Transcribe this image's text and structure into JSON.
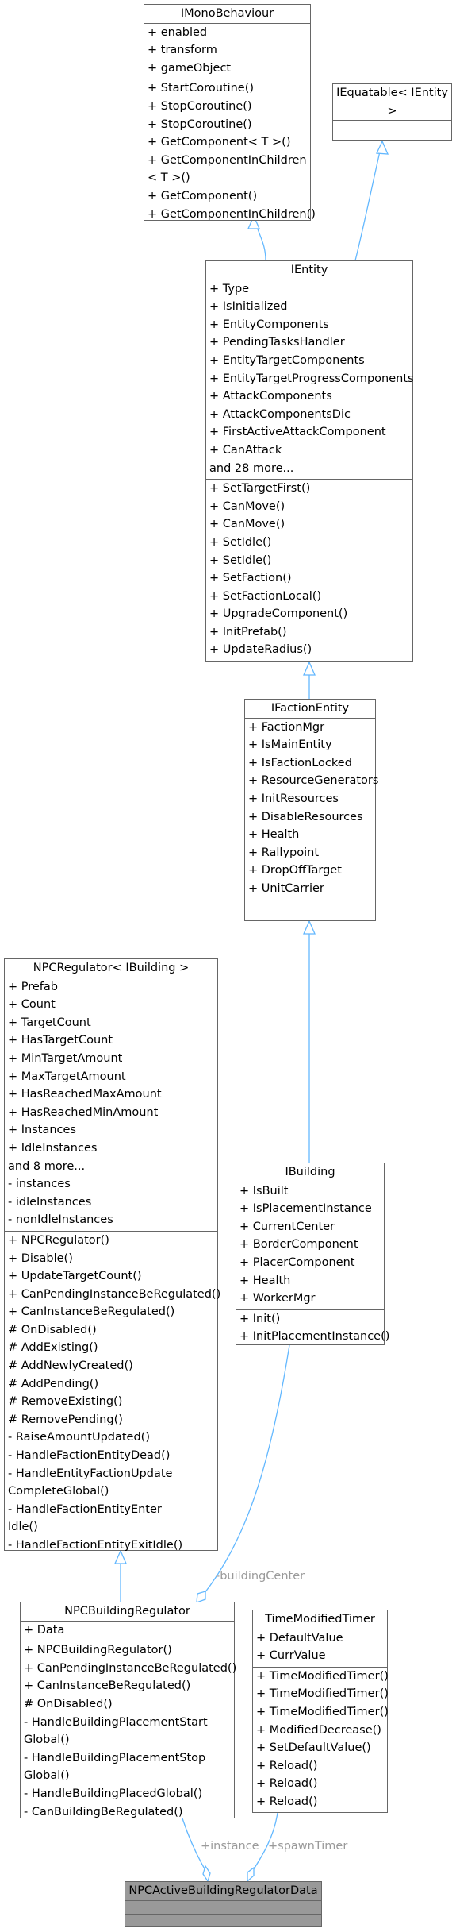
{
  "classes": {
    "imono": {
      "name": "IMonoBehaviour",
      "attributes": [
        "+ enabled",
        "+ transform",
        "+ gameObject"
      ],
      "operations": [
        "+ StartCoroutine()",
        "+ StopCoroutine()",
        "+ StopCoroutine()",
        "+ GetComponent< T >()",
        "+ GetComponentInChildren",
        "   < T >()",
        "+ GetComponent()",
        "+ GetComponentInChildren()"
      ]
    },
    "iequatable": {
      "name": "IEquatable< IEntity >",
      "attributes": [],
      "operations": []
    },
    "ientity": {
      "name": "IEntity",
      "attributes": [
        "+ Type",
        "+ IsInitialized",
        "+ EntityComponents",
        "+ PendingTasksHandler",
        "+ EntityTargetComponents",
        "+ EntityTargetProgressComponents",
        "+ AttackComponents",
        "+ AttackComponentsDic",
        "+ FirstActiveAttackComponent",
        "+ CanAttack",
        "   and 28 more..."
      ],
      "operations": [
        "+ SetTargetFirst()",
        "+ CanMove()",
        "+ CanMove()",
        "+ SetIdle()",
        "+ SetIdle()",
        "+ SetFaction()",
        "+ SetFactionLocal()",
        "+ UpgradeComponent()",
        "+ InitPrefab()",
        "+ UpdateRadius()"
      ]
    },
    "ifaction": {
      "name": "IFactionEntity",
      "attributes": [
        "+ FactionMgr",
        "+ IsMainEntity",
        "+ IsFactionLocked",
        "+ ResourceGenerators",
        "+ InitResources",
        "+ DisableResources",
        "+ Health",
        "+ Rallypoint",
        "+ DropOffTarget",
        "+ UnitCarrier"
      ],
      "operations": []
    },
    "npcreg": {
      "name": "NPCRegulator< IBuilding >",
      "attributes": [
        "+ Prefab",
        "+ Count",
        "+ TargetCount",
        "+ HasTargetCount",
        "+ MinTargetAmount",
        "+ MaxTargetAmount",
        "+ HasReachedMaxAmount",
        "+ HasReachedMinAmount",
        "+ Instances",
        "+ IdleInstances",
        "   and 8 more...",
        "- instances",
        "- idleInstances",
        "- nonIdleInstances"
      ],
      "operations": [
        "+ NPCRegulator()",
        "+ Disable()",
        "+ UpdateTargetCount()",
        "+ CanPendingInstanceBeRegulated()",
        "+ CanInstanceBeRegulated()",
        "# OnDisabled()",
        "# AddExisting()",
        "# AddNewlyCreated()",
        "# AddPending()",
        "# RemoveExisting()",
        "# RemovePending()",
        "- RaiseAmountUpdated()",
        "- HandleFactionEntityDead()",
        "- HandleEntityFactionUpdate",
        "   CompleteGlobal()",
        "- HandleFactionEntityEnter",
        "   Idle()",
        "- HandleFactionEntityExitIdle()"
      ]
    },
    "ibuilding": {
      "name": "IBuilding",
      "attributes": [
        "+ IsBuilt",
        "+ IsPlacementInstance",
        "+ CurrentCenter",
        "+ BorderComponent",
        "+ PlacerComponent",
        "+ Health",
        "+ WorkerMgr"
      ],
      "operations": [
        "+ Init()",
        "+ InitPlacementInstance()"
      ]
    },
    "npcbuild": {
      "name": "NPCBuildingRegulator",
      "attributes": [
        "+ Data"
      ],
      "operations": [
        "+ NPCBuildingRegulator()",
        "+ CanPendingInstanceBeRegulated()",
        "+ CanInstanceBeRegulated()",
        "# OnDisabled()",
        "- HandleBuildingPlacementStart",
        "   Global()",
        "- HandleBuildingPlacementStop",
        "   Global()",
        "- HandleBuildingPlacedGlobal()",
        "- CanBuildingBeRegulated()"
      ]
    },
    "timer": {
      "name": "TimeModifiedTimer",
      "attributes": [
        "+ DefaultValue",
        "+ CurrValue"
      ],
      "operations": [
        "+ TimeModifiedTimer()",
        "+ TimeModifiedTimer()",
        "+ TimeModifiedTimer()",
        "+ ModifiedDecrease()",
        "+ SetDefaultValue()",
        "+ Reload()",
        "+ Reload()",
        "+ Reload()"
      ]
    },
    "npcactive": {
      "name": "NPCActiveBuildingRegulatorData",
      "attributes": [],
      "operations": []
    }
  },
  "edge_labels": {
    "building_center": "-buildingCenter",
    "instance": "+instance",
    "spawn_timer": "+spawnTimer"
  },
  "colors": {
    "edge": "#63b8ff",
    "label": "#9a9a9a",
    "box_border": "#666666",
    "highlight_fill": "#999999"
  }
}
